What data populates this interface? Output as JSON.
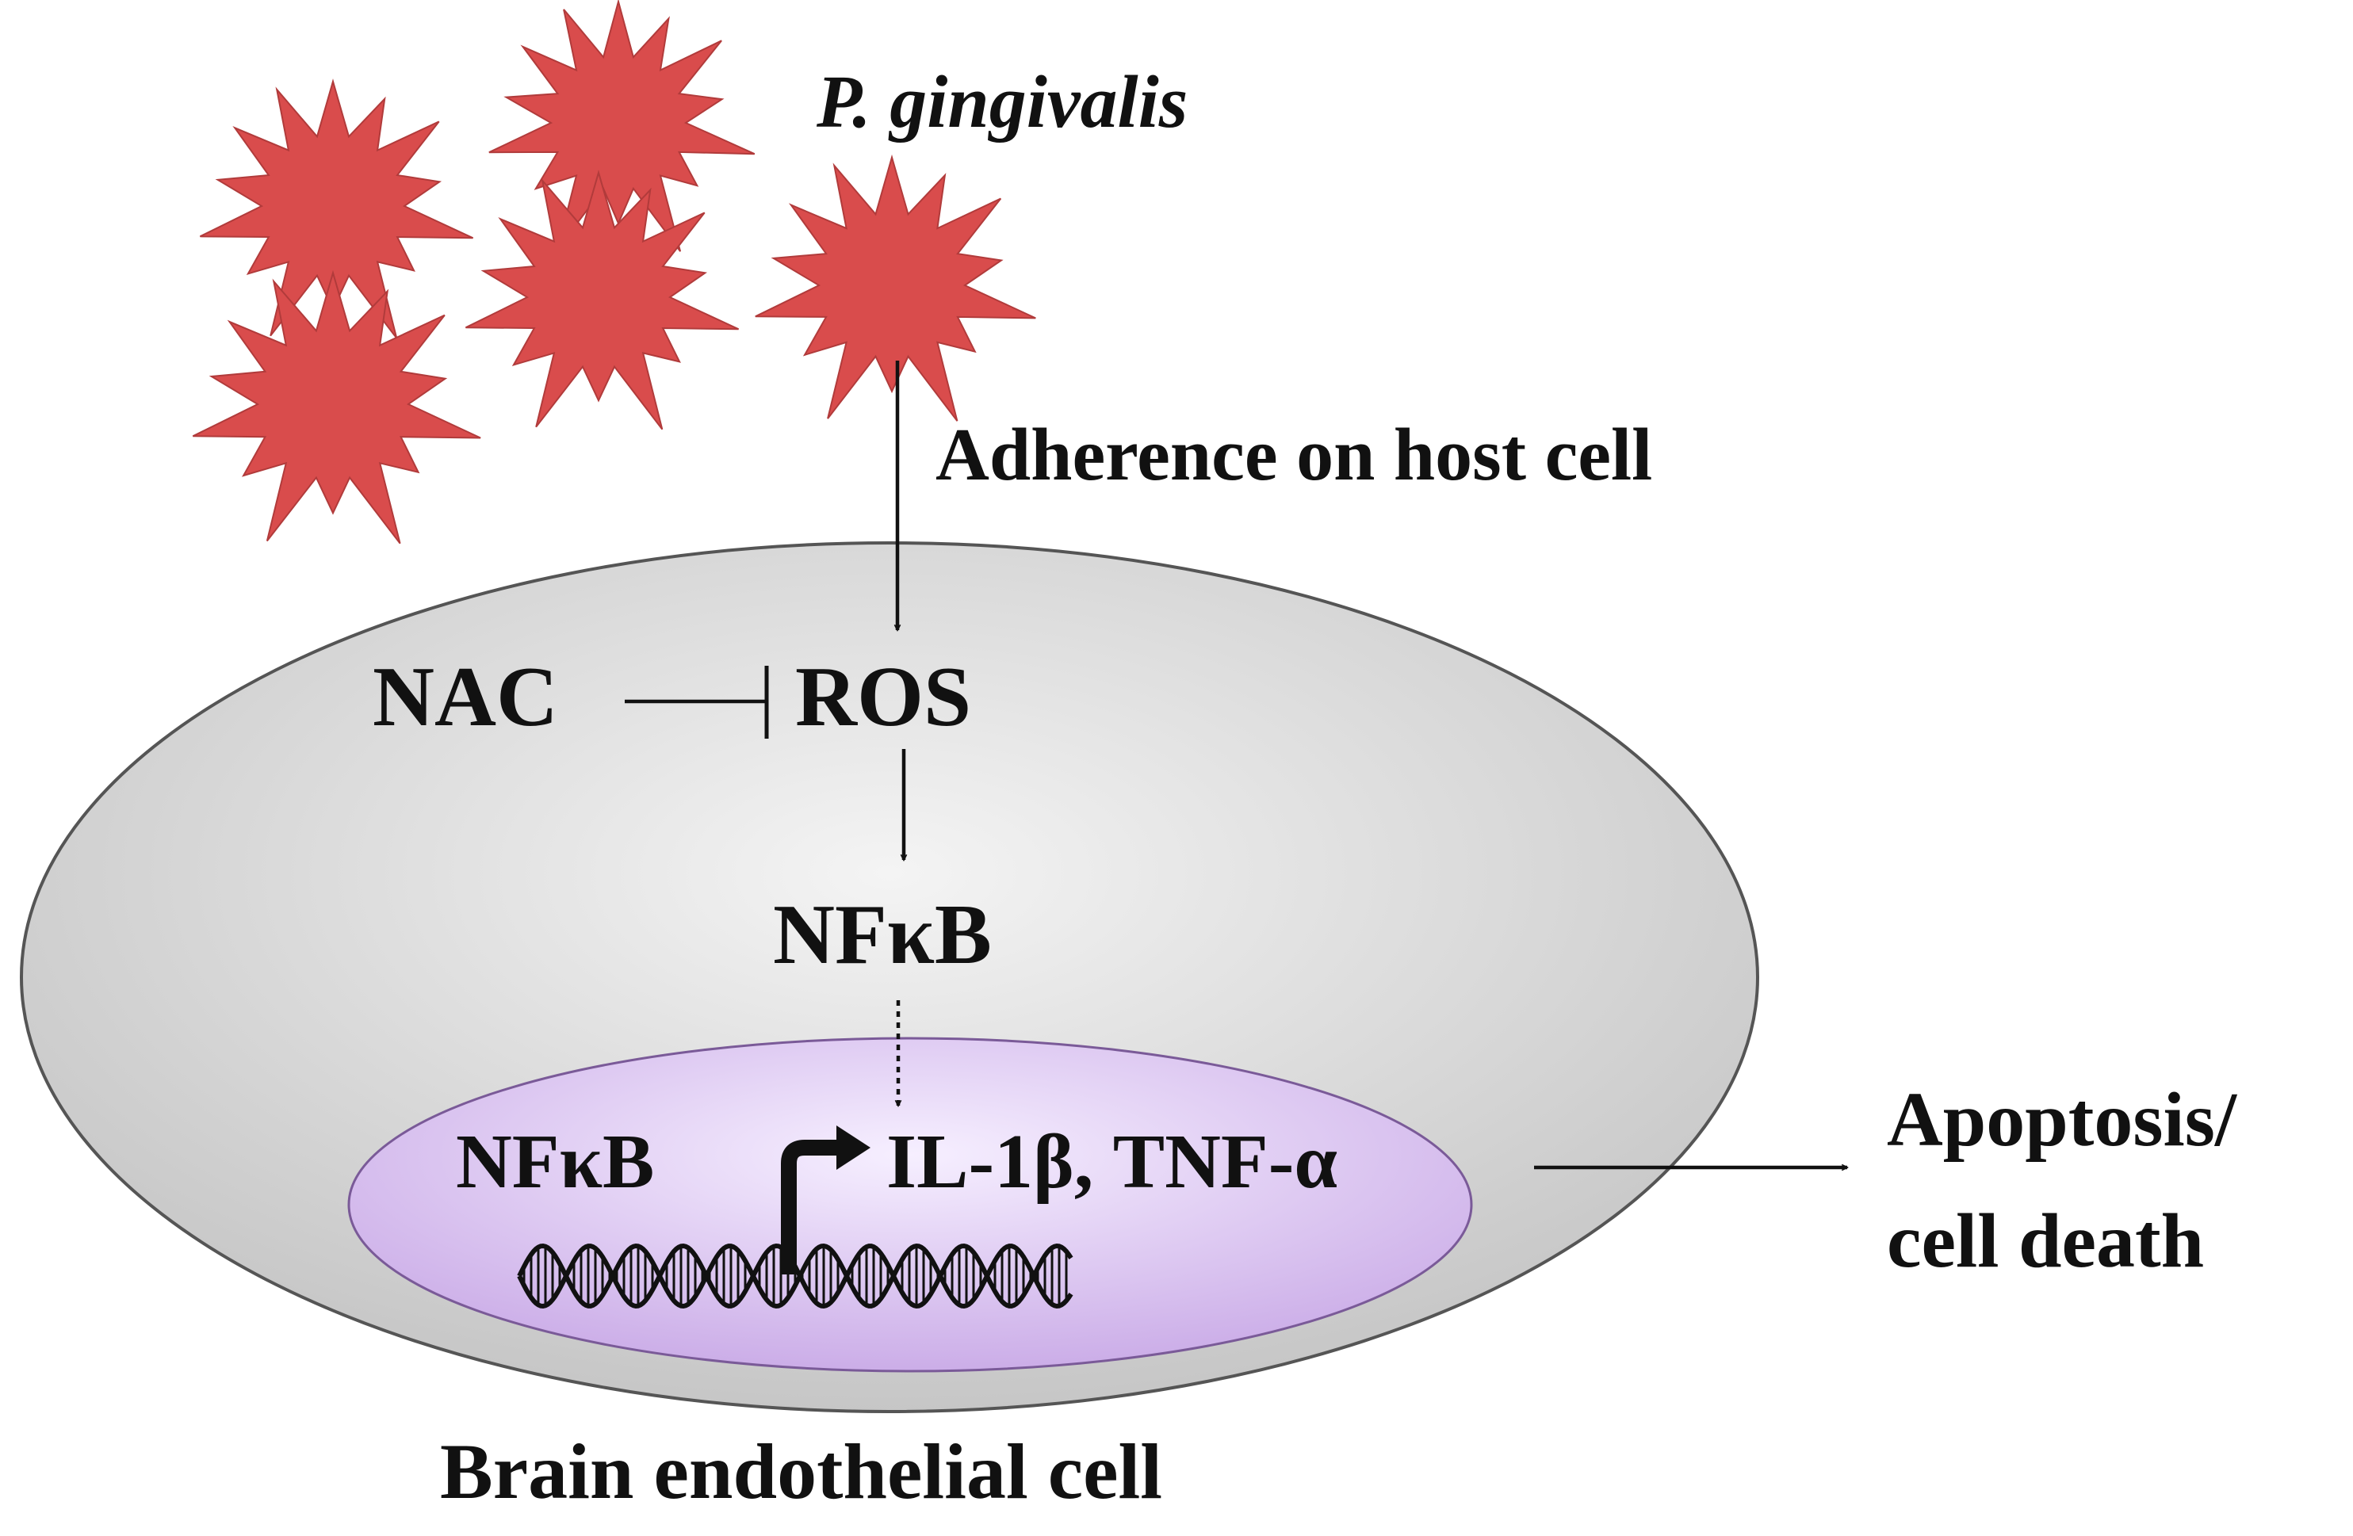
{
  "labels": {
    "bacteria": "P. gingivalis",
    "adherence": "Adherence on host cell",
    "nac": "NAC",
    "ros": "ROS",
    "nfkb_cytoplasm": "NFκB",
    "nfkb_nucleus": "NFκB",
    "cytokines": "IL-1β, TNF-α",
    "outcome_line1": "Apoptosis/",
    "outcome_line2": "cell death",
    "cell_name": "Brain endothelial cell"
  },
  "colors": {
    "bacteria_fill": "#d94c4c",
    "cell_fill_center": "#f4f4f4",
    "cell_fill_edge": "#c4c4c4",
    "nucleus_fill_center": "#f6efff",
    "nucleus_fill_edge": "#c8a8e6",
    "arrow": "#111111"
  }
}
